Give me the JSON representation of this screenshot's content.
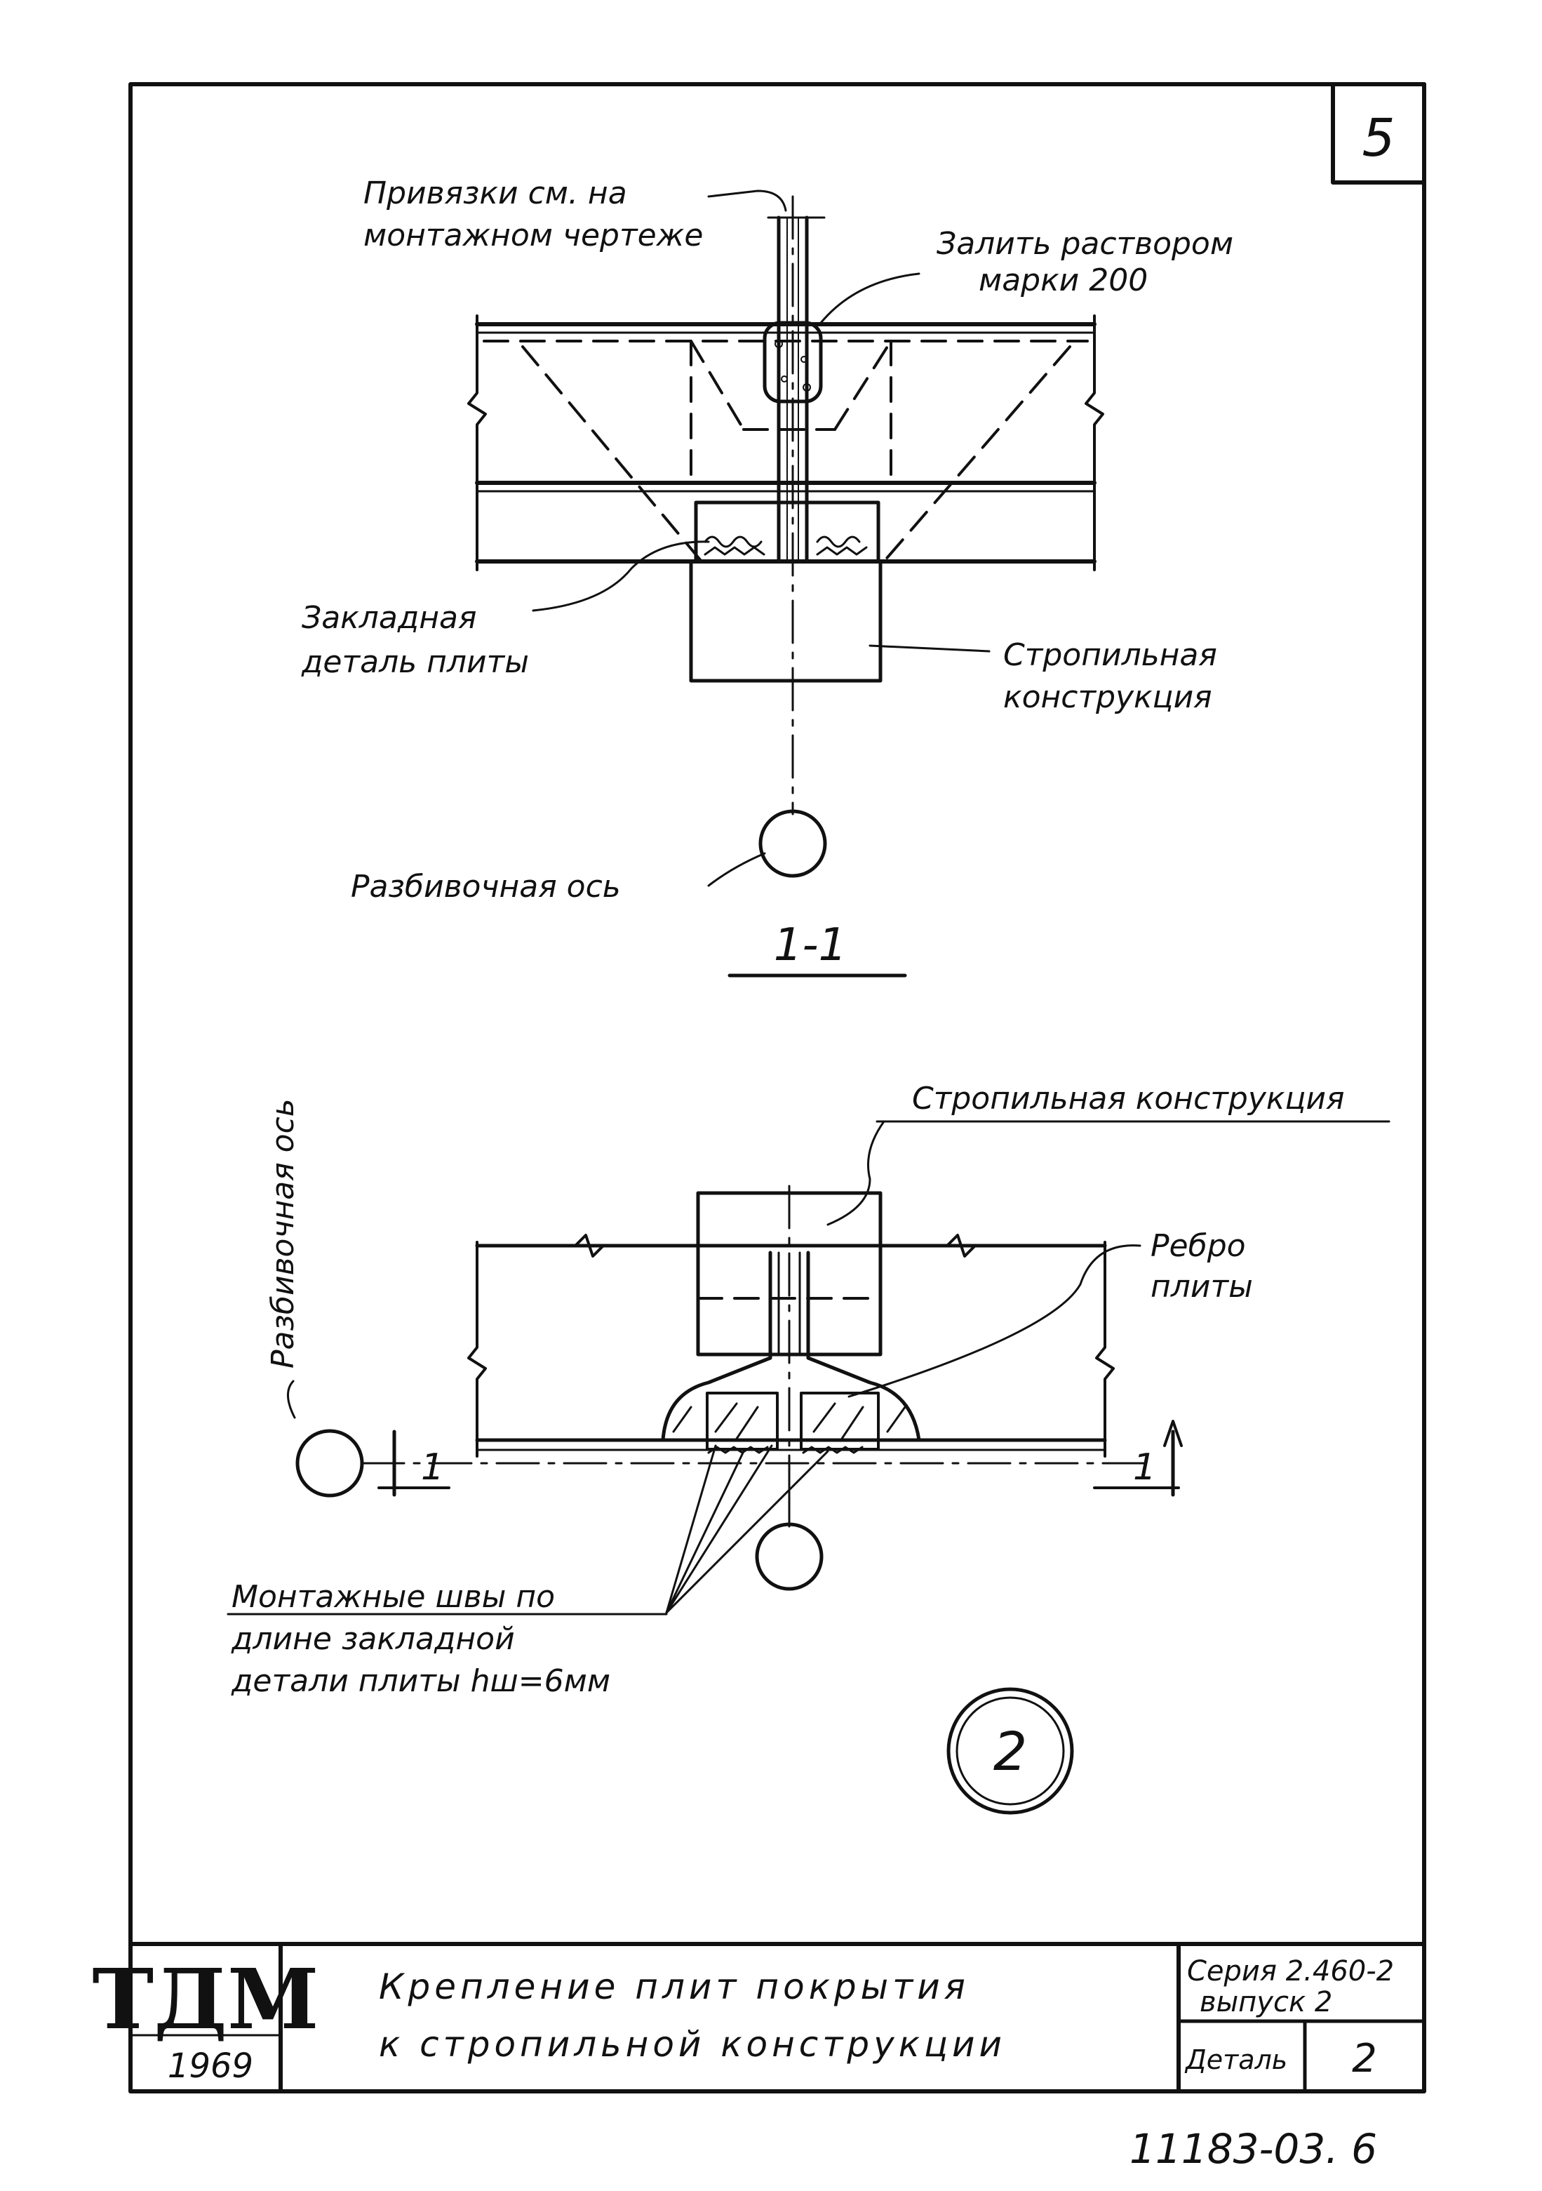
{
  "sheet": {
    "page_number": "5",
    "drawing_number": "11183-03. 6"
  },
  "section_view": {
    "note_bindings_line1": "Привязки см. на",
    "note_bindings_line2": "монтажном чертеже",
    "note_grout_line1": "Залить раствором",
    "note_grout_line2": "марки 200",
    "label_embedded_line1": "Закладная",
    "label_embedded_line2": "деталь плиты",
    "label_rafter_line1": "Стропильная",
    "label_rafter_line2": "конструкция",
    "label_axis": "Разбивочная ось",
    "section_title": "1-1"
  },
  "plan_view": {
    "label_axis_vertical": "Разбивочная ось",
    "label_rafter": "Стропильная конструкция",
    "label_rib_line1": "Ребро",
    "label_rib_line2": "плиты",
    "cut_mark_left": "1",
    "cut_mark_right": "1",
    "weld_note_line1": "Монтажные швы по",
    "weld_note_line2": "длине закладной",
    "weld_note_line3": "детали плиты hш=6мм",
    "detail_number": "2"
  },
  "title_block": {
    "logo": "ТДМ",
    "year": "1969",
    "title_line1": "Крепление плит покрытия",
    "title_line2": "к стропильной конструкции",
    "series_line1": "Серия 2.460-2",
    "series_line2": "выпуск 2",
    "detail_label": "Деталь",
    "detail_value": "2"
  }
}
